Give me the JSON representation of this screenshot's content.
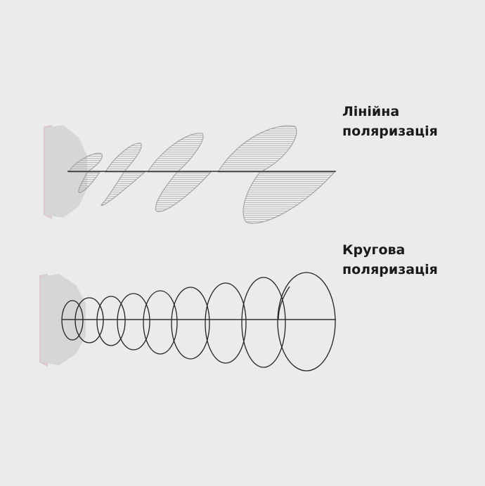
{
  "linear": {
    "label_line1": "Лінійна",
    "label_line2": "поляризація"
  },
  "circular": {
    "label_line1": "Кругова",
    "label_line2": "поляризація"
  },
  "colors": {
    "background": "#ebebeb",
    "antenna_face": "#d6d6d6",
    "antenna_edge": "#dcc9c9",
    "wave_stroke": "#222222",
    "hatch_stroke": "#9a9a9a"
  }
}
